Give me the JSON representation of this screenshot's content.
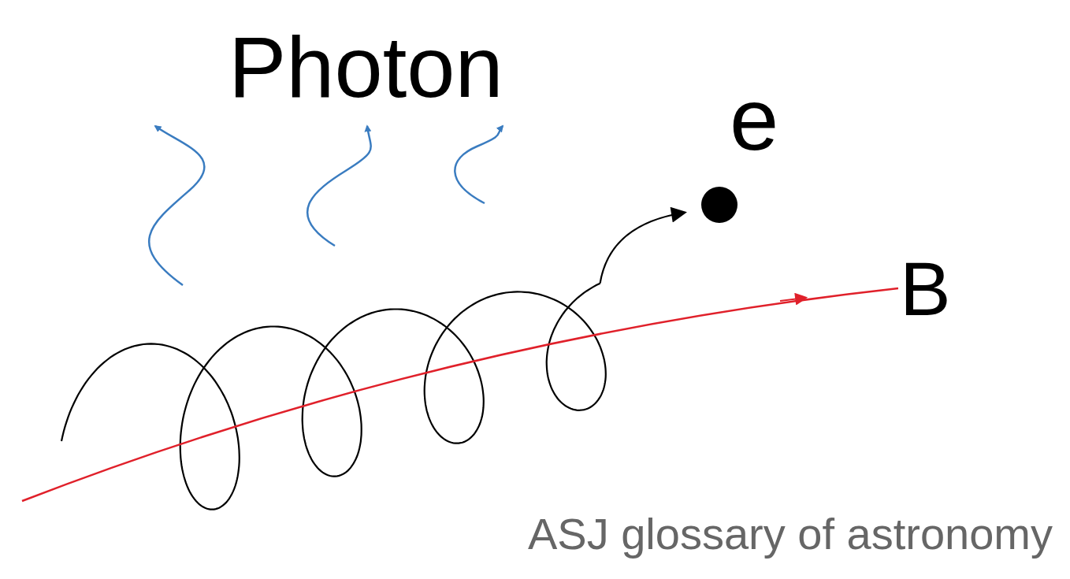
{
  "diagram": {
    "labels": [
      "Photon",
      "e",
      "B",
      "ASJ glossary of astronomy"
    ]
  }
}
